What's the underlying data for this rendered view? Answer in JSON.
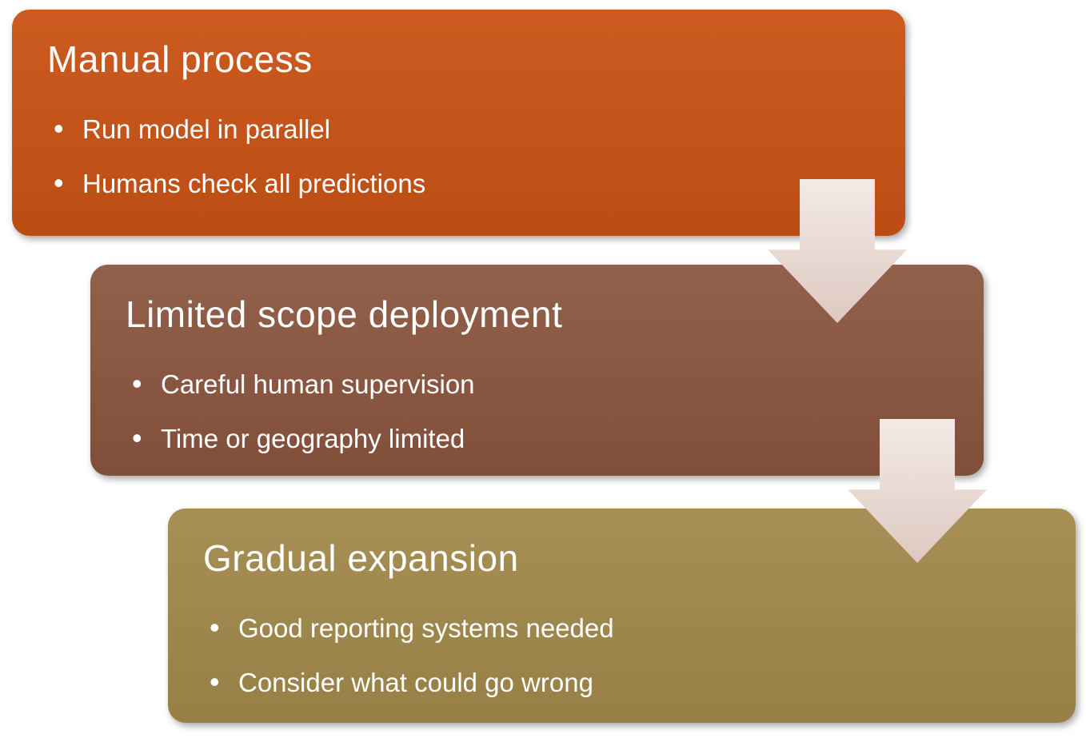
{
  "diagram": {
    "type": "step-down-process",
    "background": "#ffffff",
    "arrow": {
      "color_top": "#f4eae6",
      "color_bottom": "#ddc9c1"
    },
    "steps": [
      {
        "title": "Manual process",
        "bullets": [
          "Run model in parallel",
          "Humans check all predictions"
        ],
        "color_top": "#cd5b20",
        "color_bottom": "#bb4d14"
      },
      {
        "title": "Limited scope deployment",
        "bullets": [
          "Careful human supervision",
          "Time or geography limited"
        ],
        "color_top": "#92614b",
        "color_bottom": "#814e3a"
      },
      {
        "title": "Gradual expansion",
        "bullets": [
          "Good reporting systems needed",
          "Consider what could go wrong"
        ],
        "color_top": "#a78f55",
        "color_bottom": "#968045"
      }
    ]
  }
}
